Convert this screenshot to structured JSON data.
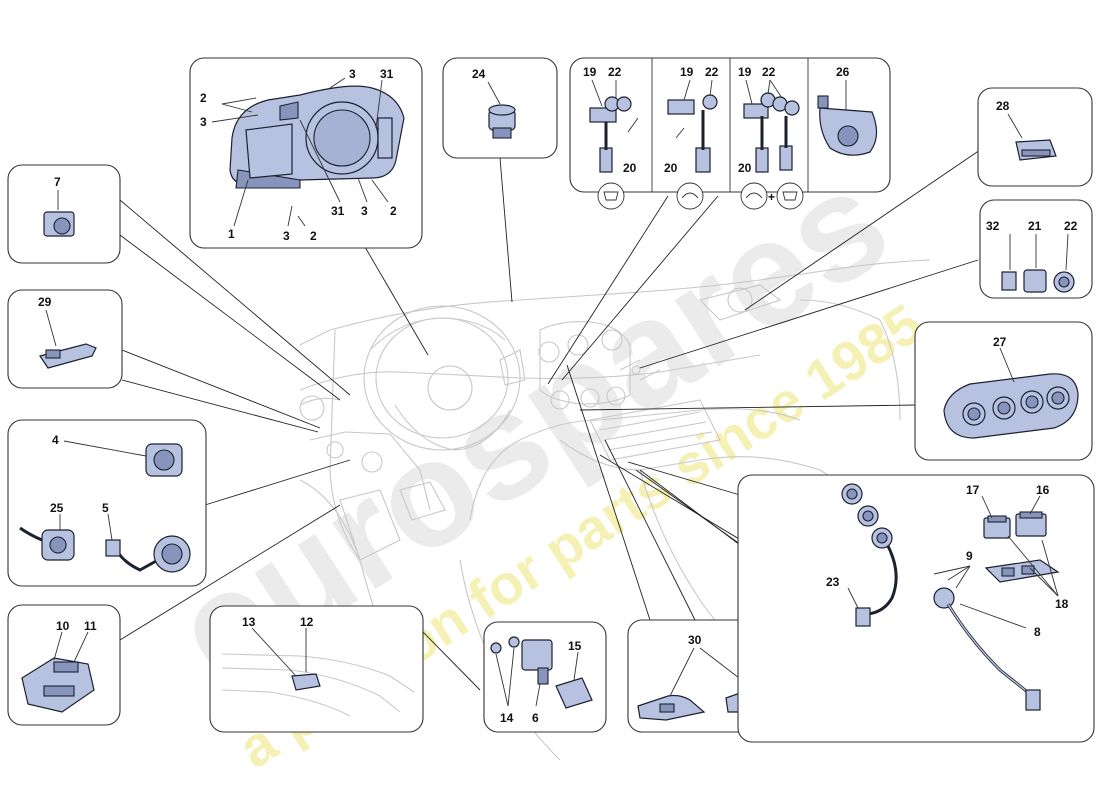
{
  "watermark": {
    "brand": "eurospares",
    "tagline": "a passion for parts since 1985",
    "brand_color": "#e6e6e6",
    "tagline_color": "#f1ec9c"
  },
  "colors": {
    "part_fill": "#b6c2e0",
    "part_shadow": "#8794bb",
    "outline": "#1c2130",
    "sketch": "#c8c8c8"
  },
  "labels": {
    "instrument_cluster": {
      "l1": "1",
      "l2a": "2",
      "l2b": "2",
      "l2c": "2",
      "l3a": "3",
      "l3b": "3",
      "l3c": "3",
      "l3d": "3",
      "l31a": "31",
      "l31b": "31"
    },
    "part24": "24",
    "stalks": {
      "l19a": "19",
      "l22a": "22",
      "l20a": "20",
      "l19b": "19",
      "l22b": "22",
      "l20b": "20",
      "l19c": "19",
      "l22c": "22",
      "l20c": "20",
      "l26": "26",
      "plus": "+"
    },
    "part28": "28",
    "part7": "7",
    "part29": "29",
    "left_group": {
      "l4": "4",
      "l25": "25",
      "l5": "5"
    },
    "part32_21_22": {
      "l32": "32",
      "l21": "21",
      "l22": "22"
    },
    "part27": "27",
    "part10_11": {
      "l10": "10",
      "l11": "11"
    },
    "part13_12": {
      "l13": "13",
      "l12": "12"
    },
    "part14_6_15": {
      "l14": "14",
      "l6": "6",
      "l15": "15"
    },
    "part30": "30",
    "right_group": {
      "l23": "23",
      "l17": "17",
      "l16": "16",
      "l9": "9",
      "l18": "18",
      "l8": "8"
    }
  }
}
